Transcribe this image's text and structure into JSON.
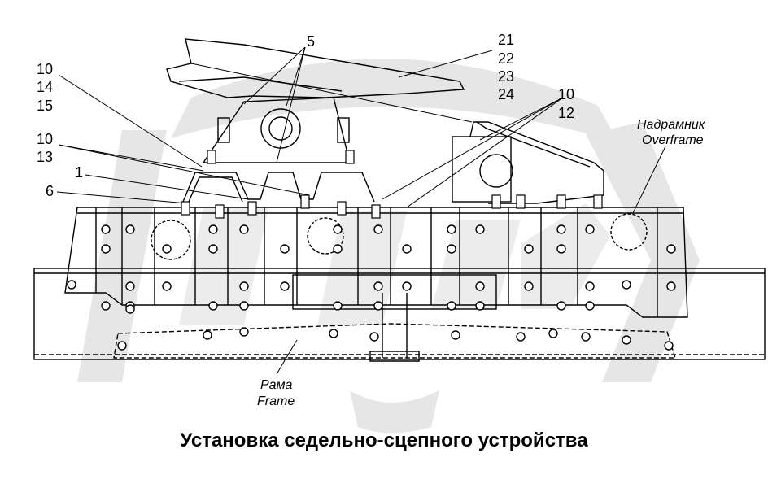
{
  "caption": "Установка седельно-сцепного устройства",
  "callouts": {
    "c5": "5",
    "c21": "21",
    "c22": "22",
    "c23": "23",
    "c24": "24",
    "c10a": "10",
    "c14": "14",
    "c15": "15",
    "c10b": "10",
    "c12": "12",
    "c10c": "10",
    "c13": "13",
    "c1": "1",
    "c6": "6"
  },
  "parts": {
    "overframe_ru": "Надрамник",
    "overframe_en": "Overframe",
    "frame_ru": "Рама",
    "frame_en": "Frame"
  },
  "colors": {
    "line": "#000000",
    "watermark": "#e4e4e4",
    "background": "#ffffff"
  }
}
